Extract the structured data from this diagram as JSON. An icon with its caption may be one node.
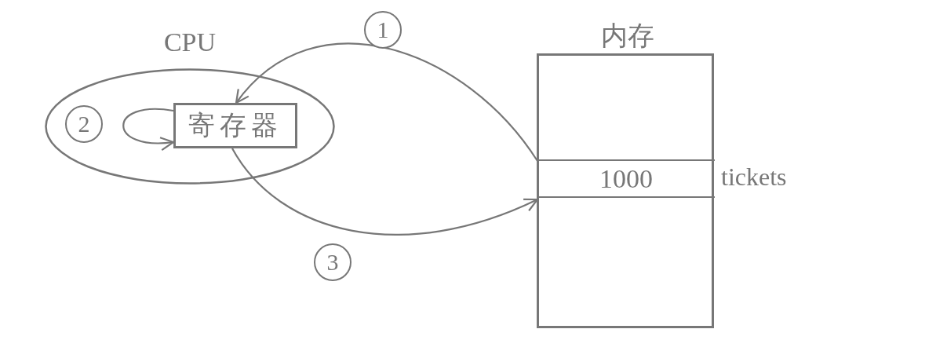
{
  "diagram": {
    "nodes": [
      {
        "text": [
          "CPU"
        ]
      },
      {
        "text": [
          "寄存器"
        ],
        "in": 0
      },
      {
        "text": [
          "内存"
        ]
      },
      {
        "text": [
          "1000"
        ],
        "in": 2,
        "beside": [
          "tickets"
        ]
      }
    ],
    "edges": [
      {
        "from": 3,
        "to": 1,
        "arrow": "to",
        "label": "1"
      },
      {
        "from": 1,
        "to": 1,
        "arrow": "to",
        "label": "2"
      },
      {
        "from": 1,
        "to": 3,
        "arrow": "to",
        "label": "3"
      }
    ]
  }
}
